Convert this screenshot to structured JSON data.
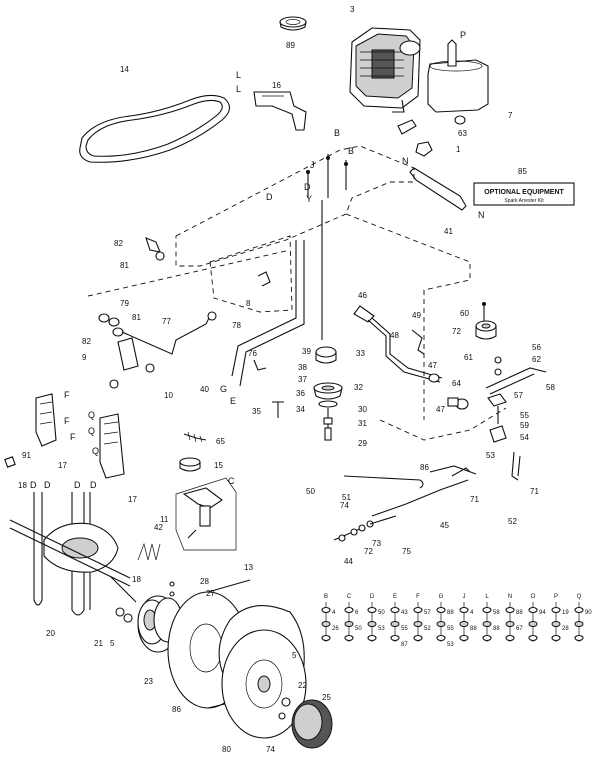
{
  "labels": {
    "p3": "3",
    "p89": "89",
    "p14": "14",
    "p16": "16",
    "p7": "7",
    "p63": "63",
    "p1": "1",
    "p85": "85",
    "p41": "41",
    "p82a": "82",
    "p81a": "81",
    "p8": "8",
    "p79": "79",
    "p81b": "81",
    "p82b": "82",
    "p77": "77",
    "p78": "78",
    "p9": "9",
    "p10": "10",
    "p40": "40",
    "p76": "76",
    "p39": "39",
    "p33": "33",
    "p38": "38",
    "p37": "37",
    "p36": "36",
    "p32": "32",
    "p35": "35",
    "p34": "34",
    "p30": "30",
    "p31": "31",
    "p29": "29",
    "p46": "46",
    "p48": "48",
    "p49": "49",
    "p47": "47",
    "p64": "64",
    "p47b": "47",
    "p60": "60",
    "p72": "72",
    "p61": "61",
    "p56": "56",
    "p62": "62",
    "p58": "58",
    "p57": "57",
    "p55": "55",
    "p59": "59",
    "p54": "54",
    "p53": "53",
    "p65": "65",
    "p15": "15",
    "p17a": "17",
    "p17b": "17",
    "p91": "91",
    "p18a": "18",
    "p11": "11",
    "p13": "13",
    "p42": "42",
    "p18b": "18",
    "p28": "28",
    "p27": "27",
    "p50": "50",
    "p51": "51",
    "p86": "86",
    "p71a": "71",
    "p71b": "71",
    "p52": "52",
    "p45": "45",
    "p74a": "74",
    "p72b": "72",
    "p73": "73",
    "p75": "75",
    "p44": "44",
    "p20": "20",
    "p21": "21",
    "p5a": "5",
    "p23": "23",
    "p86b": "86",
    "p5b": "5",
    "p22": "22",
    "p25": "25",
    "p80": "80",
    "p74b": "74"
  },
  "letters": {
    "L1": "L",
    "L2": "L",
    "P": "P",
    "N1": "N",
    "N2": "N",
    "B1": "B",
    "B2": "B",
    "J": "J",
    "D1": "D",
    "Y": "Y",
    "D2": "D",
    "G": "G",
    "E": "E",
    "F1": "F",
    "F2": "F",
    "F3": "F",
    "Q1": "Q",
    "Q2": "Q",
    "Q3": "Q",
    "C": "C",
    "D3": "D",
    "D4": "D",
    "D5": "D",
    "D6": "D"
  },
  "optional_box": {
    "title": "OPTIONAL EQUIPMENT",
    "subtitle": "Spark Arrester Kit"
  },
  "kits": [
    {
      "letter": "B",
      "parts": [
        "4",
        "26"
      ]
    },
    {
      "letter": "C",
      "parts": [
        "6",
        "50"
      ]
    },
    {
      "letter": "D",
      "parts": [
        "50",
        "53"
      ]
    },
    {
      "letter": "E",
      "parts": [
        "43",
        "55",
        "87"
      ]
    },
    {
      "letter": "F",
      "parts": [
        "57",
        "52"
      ]
    },
    {
      "letter": "G",
      "parts": [
        "88",
        "55",
        "53"
      ]
    },
    {
      "letter": "J",
      "parts": [
        "4",
        "88"
      ]
    },
    {
      "letter": "L",
      "parts": [
        "58",
        "88"
      ]
    },
    {
      "letter": "N",
      "parts": [
        "88",
        "67"
      ]
    },
    {
      "letter": "O",
      "parts": [
        "94"
      ]
    },
    {
      "letter": "P",
      "parts": [
        "19",
        "28"
      ]
    },
    {
      "letter": "Q",
      "parts": [
        "90"
      ]
    }
  ]
}
